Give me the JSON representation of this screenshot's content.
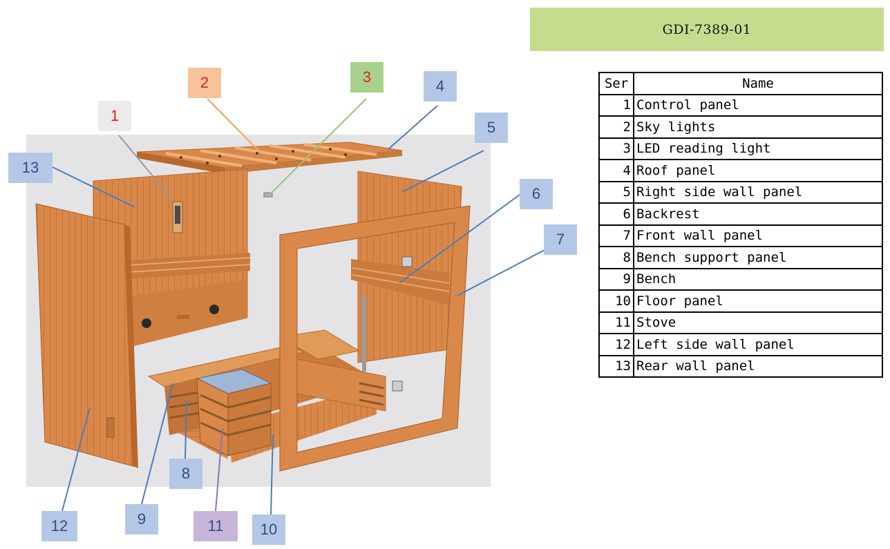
{
  "drawing_code": "GDI-7389-01",
  "table": {
    "headers": {
      "ser": "Ser",
      "name": "Name"
    },
    "rows": [
      {
        "ser": "1",
        "name": "Control panel"
      },
      {
        "ser": "2",
        "name": "Sky lights"
      },
      {
        "ser": "3",
        "name": "LED reading light"
      },
      {
        "ser": "4",
        "name": "Roof panel"
      },
      {
        "ser": "5",
        "name": "Right side wall panel"
      },
      {
        "ser": "6",
        "name": "Backrest"
      },
      {
        "ser": "7",
        "name": "Front wall panel"
      },
      {
        "ser": "8",
        "name": "Bench support panel"
      },
      {
        "ser": "9",
        "name": "Bench"
      },
      {
        "ser": "10",
        "name": "Floor panel"
      },
      {
        "ser": "11",
        "name": "Stove"
      },
      {
        "ser": "12",
        "name": "Left side wall panel"
      },
      {
        "ser": "13",
        "name": "Rear wall panel"
      }
    ]
  },
  "callouts": [
    {
      "label": "1",
      "fill": "#ebebeb",
      "line": "#9a9a9a",
      "text_color": "#e0201b"
    },
    {
      "label": "2",
      "fill": "#f8c39a",
      "line": "#f0a45f",
      "text_color": "#e0201b"
    },
    {
      "label": "3",
      "fill": "#a9d18e",
      "line": "#9bc46e",
      "text_color": "#e0201b"
    },
    {
      "label": "4",
      "fill": "#b4c7e7",
      "line": "#4a7ebb",
      "text_color": "#2f4f7f"
    },
    {
      "label": "5",
      "fill": "#b4c7e7",
      "line": "#4a7ebb",
      "text_color": "#2f4f7f"
    },
    {
      "label": "6",
      "fill": "#b4c7e7",
      "line": "#4a7ebb",
      "text_color": "#2f4f7f"
    },
    {
      "label": "7",
      "fill": "#b4c7e7",
      "line": "#4a7ebb",
      "text_color": "#2f4f7f"
    },
    {
      "label": "8",
      "fill": "#b4c7e7",
      "line": "#4a7ebb",
      "text_color": "#2f4f7f"
    },
    {
      "label": "9",
      "fill": "#b4c7e7",
      "line": "#4a7ebb",
      "text_color": "#2f4f7f"
    },
    {
      "label": "10",
      "fill": "#b4c7e7",
      "line": "#4a7ebb",
      "text_color": "#2f4f7f"
    },
    {
      "label": "11",
      "fill": "#c7b5d9",
      "line": "#8e72b3",
      "text_color": "#2f4f7f"
    },
    {
      "label": "12",
      "fill": "#b4c7e7",
      "line": "#4a7ebb",
      "text_color": "#2f4f7f"
    },
    {
      "label": "13",
      "fill": "#b4c7e7",
      "line": "#4a7ebb",
      "text_color": "#2f4f7f"
    }
  ],
  "colors": {
    "wood": "#d9884a",
    "wood_dark": "#b9682c",
    "wood_light": "#e9a66c",
    "backdrop": "#e4e4e6",
    "banner": "#c5dc8f"
  }
}
